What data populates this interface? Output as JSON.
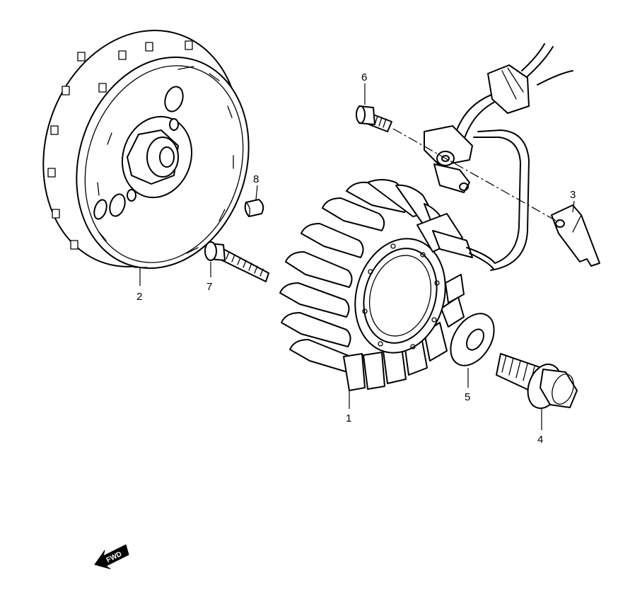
{
  "callouts": {
    "stator": "1",
    "rotor": "2",
    "bracket": "3",
    "bolt_flange": "4",
    "washer": "5",
    "screw_small": "6",
    "bolt_long": "7",
    "key": "8"
  },
  "direction_indicator": {
    "label": "FWD",
    "icon": "arrow-left-down-icon"
  }
}
